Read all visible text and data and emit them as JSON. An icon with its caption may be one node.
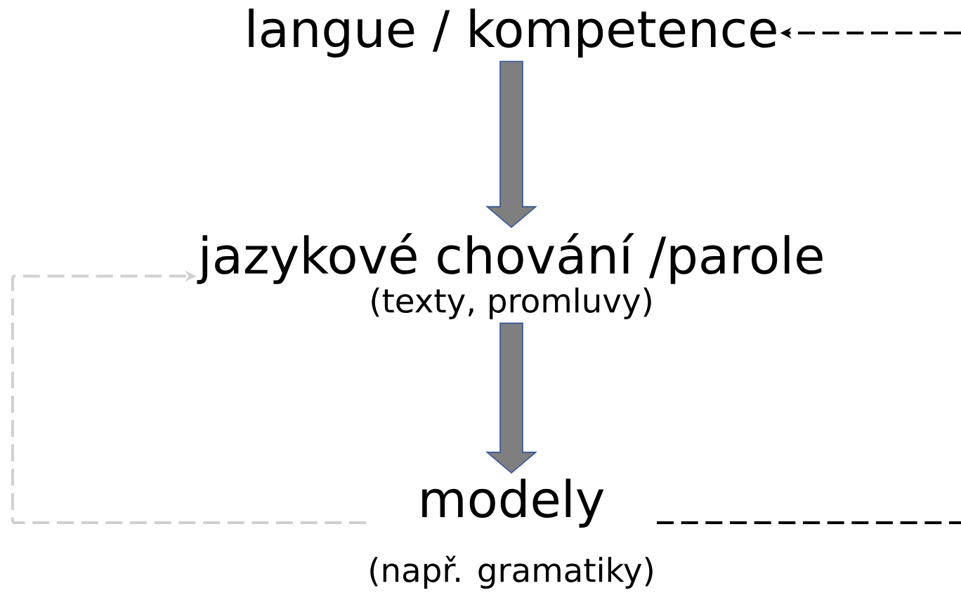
{
  "diagram": {
    "nodes": [
      {
        "text": [
          "langue / kompetence"
        ]
      },
      {
        "text": [
          "jazykové chování /parole",
          "(texty, promluvy)"
        ]
      },
      {
        "text": [
          "modely",
          "(např. gramatiky)"
        ]
      }
    ],
    "edges": [
      {
        "from": 0,
        "to": 1,
        "arrow": "to",
        "style": "thick"
      },
      {
        "from": 1,
        "to": 2,
        "arrow": "to",
        "style": "thick"
      },
      {
        "from": null,
        "to": 0,
        "arrow": "to",
        "style": "dashed"
      },
      {
        "from": 2,
        "to": null,
        "arrow": "none",
        "style": "dashed"
      },
      {
        "from": 2,
        "to": 1,
        "arrow": "to",
        "style": "dashed",
        "color": "#d0d0d0"
      }
    ]
  }
}
